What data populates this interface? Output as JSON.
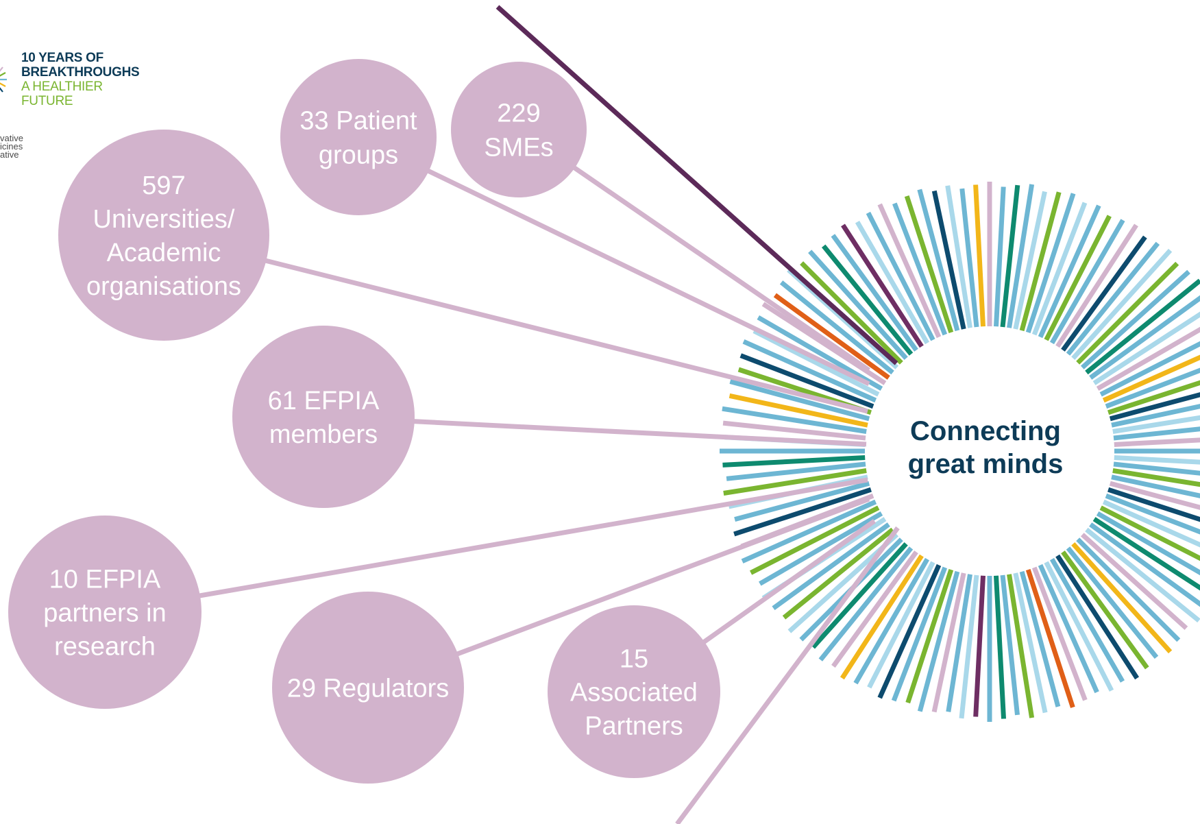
{
  "logo": {
    "line1": "10 YEARS OF",
    "line2": "BREAKTHROUGHS",
    "line3": "A HEALTHIER",
    "line4": "FUTURE",
    "org_line1": "vative",
    "org_line2": "icines",
    "org_line3": "ative"
  },
  "center": {
    "line1": "Connecting",
    "line2": "great minds"
  },
  "nodes": [
    {
      "id": "patient-groups",
      "lines": [
        "33 Patient",
        "groups"
      ]
    },
    {
      "id": "smes",
      "lines": [
        "229",
        "SMEs"
      ]
    },
    {
      "id": "universities",
      "lines": [
        "597",
        "Universities/",
        "Academic",
        "organisations"
      ]
    },
    {
      "id": "efpia-members",
      "lines": [
        "61 EFPIA",
        "members"
      ]
    },
    {
      "id": "efpia-partners",
      "lines": [
        "10 EFPIA",
        "partners in",
        "research"
      ]
    },
    {
      "id": "regulators",
      "lines": [
        "29 Regulators"
      ]
    },
    {
      "id": "associated-partners",
      "lines": [
        "15",
        "Associated",
        "Partners"
      ]
    }
  ],
  "colors": {
    "bubble": "#d2b3cc",
    "center_text": "#0d3b57",
    "dark_line": "#5c2a59",
    "ray_palette": [
      "#6db6d3",
      "#a9d8ea",
      "#0d4b6e",
      "#7ab530",
      "#f2b619",
      "#d2b3cc",
      "#0e8a6f",
      "#e05f17",
      "#6e2e63"
    ]
  }
}
